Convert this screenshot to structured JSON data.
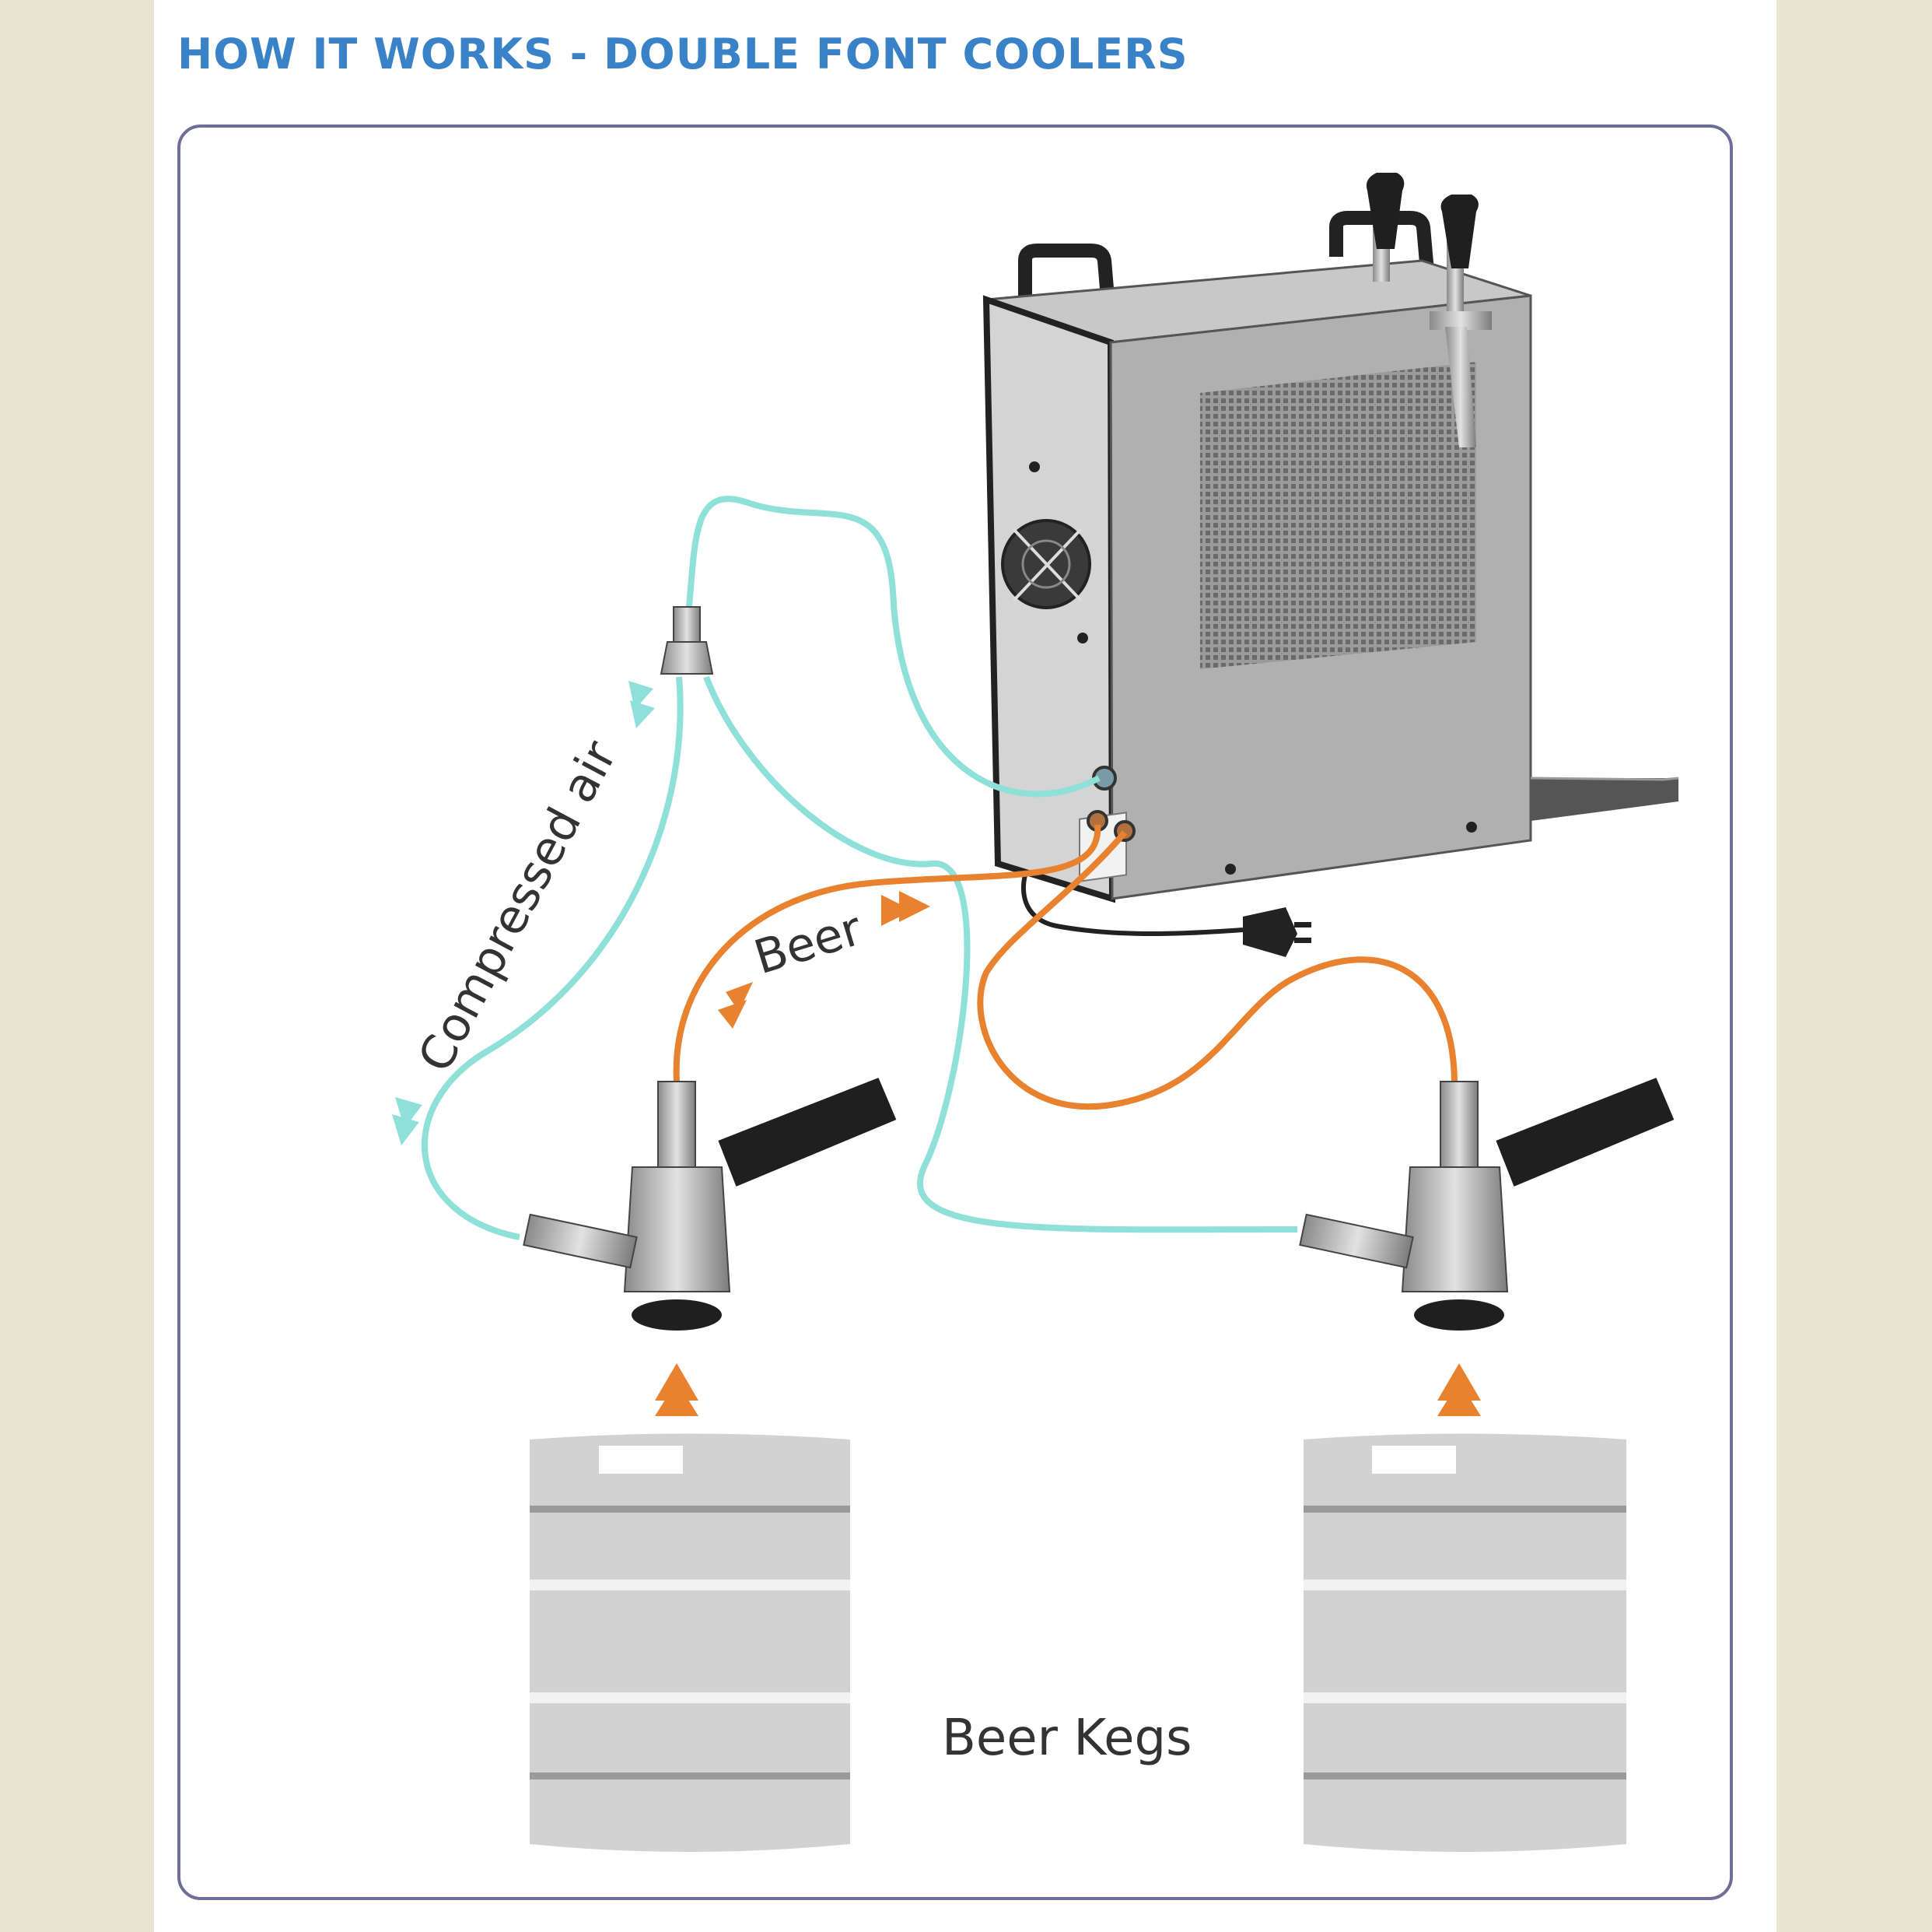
{
  "title": "HOW IT WORKS - DOUBLE FONT COOLERS",
  "labels": {
    "compressed_air": "Compressed air",
    "beer": "Beer",
    "beer_kegs": "Beer Kegs"
  },
  "colors": {
    "background": "#e8e4d2",
    "title": "#3a82c8",
    "frame_border": "#6f6e98",
    "air_line": "#8fe0d8",
    "beer_line": "#e8822e",
    "cooler_body": "#b4b4b4",
    "keg": "#d2d2d2"
  },
  "icons": [
    "double-font-cooler",
    "beer-tap-handle",
    "keg-coupler",
    "beer-keg",
    "gas-splitter",
    "power-plug",
    "fan-grille",
    "drip-tray"
  ]
}
